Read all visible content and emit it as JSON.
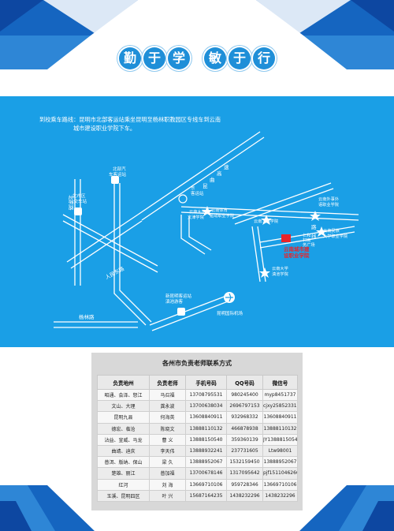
{
  "header": {
    "slogan": [
      "勤",
      "于",
      "学",
      "敏",
      "于",
      "行"
    ]
  },
  "route": {
    "label": "到校乘车路线：",
    "line1": "昆明市北部客运站乘坐昆明至杨林职教园区专线车到云南",
    "line2": "城市建设职业学院下车。"
  },
  "map": {
    "places": {
      "north_bus_station": [
        "北部汽",
        "车客运站"
      ],
      "north_city_center": [
        "北市区",
        "公交车站"
      ],
      "east_station": [
        "东",
        "客运站"
      ],
      "yunnan_sports_college": [
        "云南体育",
        "运动职业学院"
      ],
      "yunnan_univ_wenjin": [
        "云南大学",
        "文津学院"
      ],
      "yunnan_technology_college": "云南工商学院",
      "yunnan_foreign_affairs": [
        "云南外事外",
        "语职业学院"
      ],
      "school": [
        "云南城市建",
        "设职业学院"
      ],
      "renhe_plaza": [
        "仁和",
        "村商",
        "务广场"
      ],
      "yunnan_minzu": [
        "云南民族",
        "大学职业学院"
      ],
      "yunnan_univ_dianchi": [
        "云南大学",
        "滇池学院"
      ],
      "new_kunming_station": [
        "新昆明客运站",
        "滇池游客"
      ],
      "airport": "昆明国际机场"
    },
    "roads": {
      "north_main": "北京路",
      "avenue": "人民东路",
      "east_road": [
        "昆",
        "曲",
        "高",
        "速"
      ],
      "branch_road": [
        "路",
        "线"
      ],
      "mid_road": "杨林路"
    }
  },
  "contacts": {
    "title": "各州市负责老师联系方式",
    "headers": [
      "负责地州",
      "负责老师",
      "手机号码",
      "QQ号码",
      "微信号"
    ],
    "rows": [
      [
        "昭通、会泽、怒江",
        "马召福",
        "13708795531",
        "980245400",
        "myp8451737"
      ],
      [
        "文山、大理",
        "龚永波",
        "13700638034",
        "2696797153",
        "cjxy258523313"
      ],
      [
        "昆明九县",
        "何海英",
        "13608840911",
        "932968332",
        "13608840911"
      ],
      [
        "德宏、临沧",
        "陈晓文",
        "13888110132",
        "466878938",
        "13888110132"
      ],
      [
        "沾益、宣威、马龙",
        "曹 义",
        "13888150540",
        "359360139",
        "JY13888150540"
      ],
      [
        "曲靖、迪庆",
        "李天伟",
        "13888932241",
        "237731605",
        "Ltw98001"
      ],
      [
        "普洱、版纳、保山",
        "梁 久",
        "13888952067",
        "1532159450",
        "13888952067"
      ],
      [
        "楚雄、丽江",
        "普加福",
        "13700678146",
        "1317095642",
        "pjf1511046260"
      ],
      [
        "红河",
        "刘 海",
        "13669710106",
        "959728346",
        "13669710106"
      ],
      [
        "玉溪、昆明四区",
        "叶 兴",
        "15687164235",
        "1438232296",
        "1438232296"
      ]
    ]
  },
  "colors": {
    "panel_blue": "#1a9fe6",
    "deco_dark": "#1565c0",
    "deco_light": "#5ab4ee",
    "school_red": "#e8242a"
  }
}
